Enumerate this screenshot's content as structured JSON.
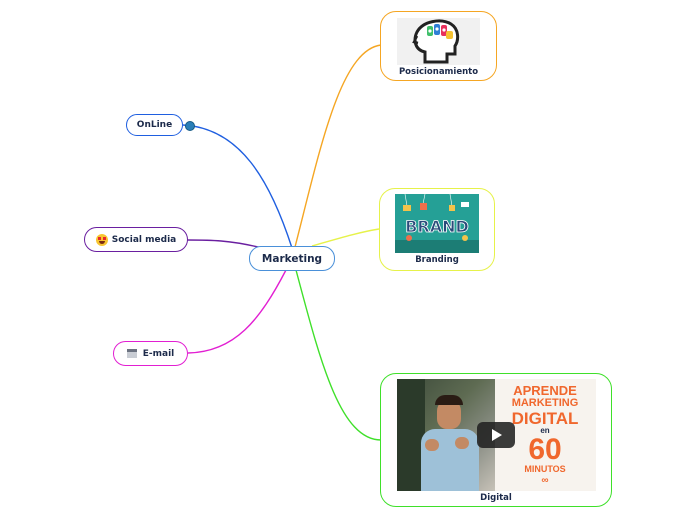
{
  "central": {
    "label": "Marketing"
  },
  "left_nodes": [
    {
      "label": "OnLine",
      "icon": "wordpress-icon"
    },
    {
      "label": "Social media",
      "icon": "star-struck-emoji-icon"
    },
    {
      "label": "E-mail",
      "icon": "clapper-icon"
    }
  ],
  "right_nodes": [
    {
      "label": "Posicionamiento",
      "image": "brain-icon"
    },
    {
      "label": "Branding",
      "image": "brand-illustration"
    },
    {
      "label": "Digital",
      "image": "video-thumbnail"
    }
  ],
  "video": {
    "lines": [
      "APRENDE",
      "MARKETING",
      "DIGITAL",
      "en",
      "60",
      "MINUTOS"
    ]
  },
  "brand_text": "BRAND",
  "colors": {
    "central": "#4a90d9",
    "online": "#1f5fe0",
    "social": "#6a1fa0",
    "email": "#e21fd2",
    "posicionamiento": "#f5a623",
    "branding": "#e6f24a",
    "digital": "#3fe02a"
  }
}
